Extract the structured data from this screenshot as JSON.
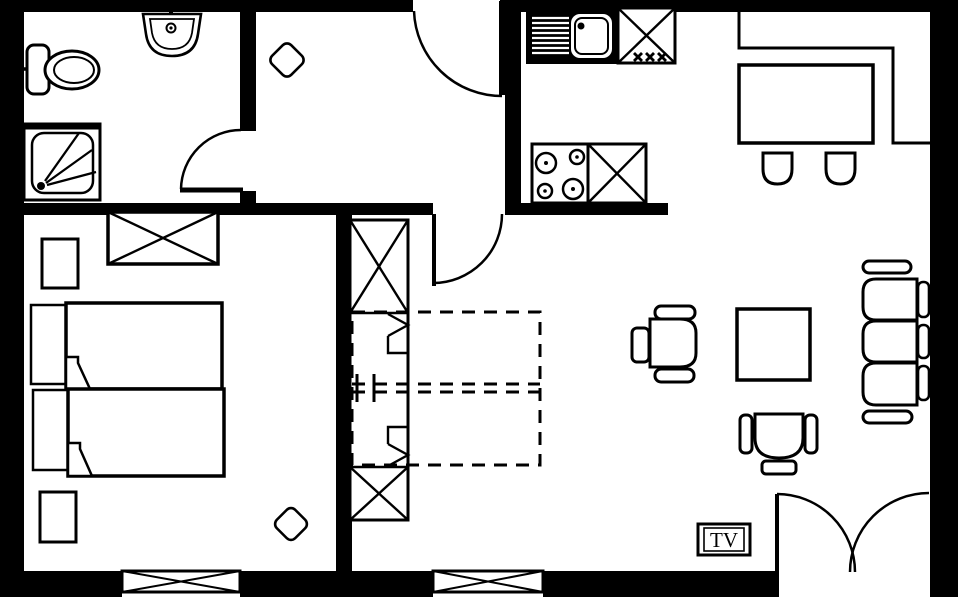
{
  "labels": {
    "tv": "TV"
  },
  "colors": {
    "line": "#000000",
    "background": "#ffffff"
  },
  "plan": {
    "type": "apartment-floor-plan",
    "rooms_detected": 5,
    "symbols": [
      "toilet-icon",
      "washbasin-icon",
      "shower-icon",
      "ceiling-lamp-icon",
      "wardrobe-x-icon",
      "nightstand-icon",
      "single-bed-icon",
      "fold-out-bed-dashed-icon",
      "kitchen-sink-icon",
      "cabinet-x-icon",
      "stove-4-burner-icon",
      "dining-table-icon",
      "chair-icon",
      "armchair-icon",
      "coffee-table-icon",
      "sofa-3-seat-icon",
      "tv-cabinet-icon",
      "window-x-icon",
      "door-swing-icon",
      "double-door-swing-icon"
    ]
  }
}
